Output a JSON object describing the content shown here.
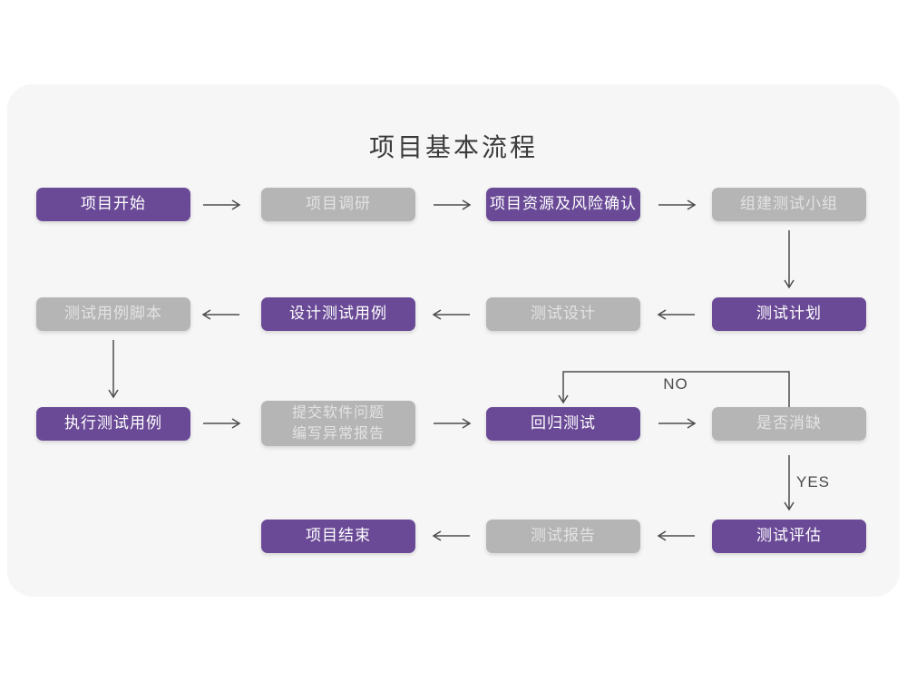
{
  "title": "项目基本流程",
  "labels": {
    "no": "NO",
    "yes": "YES"
  },
  "nodes": {
    "start": "项目开始",
    "research": "项目调研",
    "risk_confirm": "项目资源及风险确认",
    "build_team": "组建测试小组",
    "case_script": "测试用例脚本",
    "design_cases": "设计测试用例",
    "test_design": "测试设计",
    "test_plan": "测试计划",
    "execute_cases": "执行测试用例",
    "submit_issues": "提交软件问题\n编写异常报告",
    "regression": "回归测试",
    "defect_cleared": "是否消缺",
    "project_end": "项目结束",
    "test_report": "测试报告",
    "test_evaluate": "测试评估"
  },
  "colors": {
    "page-bg": "#ffffff",
    "card-bg": "#f6f6f6",
    "purple": "#6a4a96",
    "purple-text": "#ffffff",
    "gray": "#b5b5b5",
    "gray-text": "#e3e3e3",
    "arrow": "#4d4d4d",
    "title-text": "#3b3b3b",
    "label-text": "#4a4a4a"
  },
  "flow": {
    "type": "flowchart",
    "edges": [
      {
        "from": "项目开始",
        "to": "项目调研"
      },
      {
        "from": "项目调研",
        "to": "项目资源及风险确认"
      },
      {
        "from": "项目资源及风险确认",
        "to": "组建测试小组"
      },
      {
        "from": "组建测试小组",
        "to": "测试计划"
      },
      {
        "from": "测试计划",
        "to": "测试设计"
      },
      {
        "from": "测试设计",
        "to": "设计测试用例"
      },
      {
        "from": "设计测试用例",
        "to": "测试用例脚本"
      },
      {
        "from": "测试用例脚本",
        "to": "执行测试用例"
      },
      {
        "from": "执行测试用例",
        "to": "提交软件问题 编写异常报告"
      },
      {
        "from": "提交软件问题 编写异常报告",
        "to": "回归测试"
      },
      {
        "from": "回归测试",
        "to": "是否消缺"
      },
      {
        "from": "是否消缺",
        "to": "回归测试",
        "label": "NO"
      },
      {
        "from": "是否消缺",
        "to": "测试评估",
        "label": "YES"
      },
      {
        "from": "测试评估",
        "to": "测试报告"
      },
      {
        "from": "测试报告",
        "to": "项目结束"
      }
    ]
  }
}
